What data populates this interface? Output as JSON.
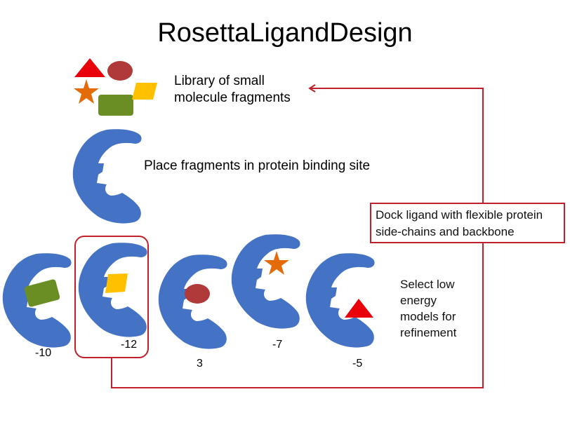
{
  "title": "RosettaLigandDesign",
  "colors": {
    "protein": "#4472C4",
    "arrow": "#C0202A",
    "triangle": "#E8000B",
    "ellipse": "#B03A3A",
    "star": "#E36C09",
    "rectangle": "#6A8E23",
    "parallelogram": "#FFC000"
  },
  "steps": {
    "library": "Library of small molecule fragments",
    "library_line1": "Library of small",
    "library_line2": "molecule fragments",
    "place": "Place fragments in protein binding site",
    "dock_line1": "Dock ligand with flexible protein",
    "dock_line2": "side-chains and backbone",
    "select_line1": "Select low",
    "select_line2": "energy",
    "select_line3": "models for",
    "select_line4": "refinement"
  },
  "fragments": [
    "triangle",
    "ellipse",
    "star",
    "rectangle",
    "parallelogram"
  ],
  "models": [
    {
      "fragment": "rectangle",
      "score": "-10",
      "selected": false
    },
    {
      "fragment": "parallelogram",
      "score": "-12",
      "selected": true
    },
    {
      "fragment": "ellipse",
      "score": "3",
      "selected": false
    },
    {
      "fragment": "star",
      "score": "-7",
      "selected": false
    },
    {
      "fragment": "triangle",
      "score": "-5",
      "selected": false
    }
  ]
}
